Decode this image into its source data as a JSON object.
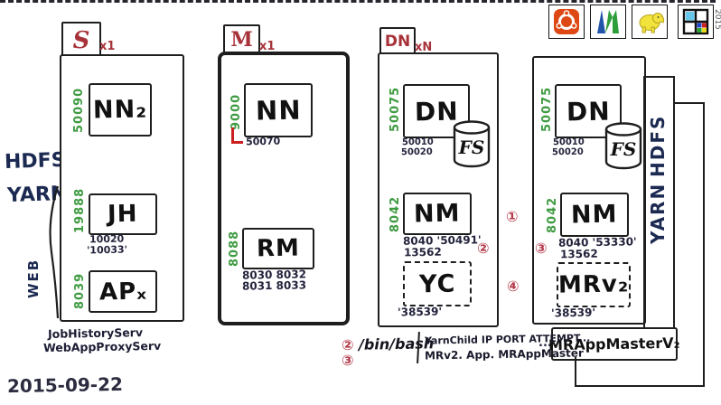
{
  "date": "2015-09-22",
  "corner_year": "2015",
  "left_labels": {
    "hdfs": "HDFS",
    "yarn": "YARN",
    "web": "WEB"
  },
  "right_labels": {
    "hdfs": "HDFS",
    "yarn": "YARN"
  },
  "columns": {
    "s": {
      "tab": "S",
      "multiplicity": "x1",
      "nn2": {
        "label": "NN₂",
        "web_port": "50090"
      },
      "jh": {
        "label": "JH",
        "web_port": "19888",
        "ports": [
          "10020",
          "'10033'"
        ]
      },
      "ap": {
        "label": "APₓ",
        "web_port": "8039"
      },
      "footnotes": [
        "JobHistoryServ",
        "WebAppProxyServ"
      ]
    },
    "m": {
      "tab": "M",
      "multiplicity": "x1",
      "nn": {
        "label": "NN",
        "rpc_port": "9000",
        "web_port": "50070"
      },
      "rm": {
        "label": "RM",
        "web_port": "8088",
        "ports": [
          "8030 8032",
          "8031 8033"
        ]
      }
    },
    "dn1": {
      "tab": "DN",
      "multiplicity": "xN",
      "dn": {
        "label": "DN",
        "web_port": "50075",
        "ports": [
          "50010",
          "50020"
        ],
        "storage": "FS"
      },
      "nm": {
        "label": "NM",
        "web_port": "8042",
        "ports": [
          "8040 '50491'",
          "13562"
        ]
      },
      "yc": {
        "label": "YC",
        "port": "'38539'"
      }
    },
    "dn2": {
      "dn": {
        "label": "DN",
        "web_port": "50075",
        "ports": [
          "50010",
          "50020"
        ],
        "storage": "FS"
      },
      "nm": {
        "label": "NM",
        "web_port": "8042",
        "ports": [
          "8040 '53330'",
          "13562"
        ]
      },
      "mrv2": {
        "label": "MRv₂",
        "port": "'38539'"
      }
    }
  },
  "markers": {
    "one": "①",
    "two": "②",
    "three": "③",
    "four": "④"
  },
  "annotations": {
    "bash": "/bin/bash",
    "yarnchild": "YarnChild IP PORT ATTEMPT...",
    "mrv2app": "MRv2. App. MRAppMaster",
    "ellipsis": "...",
    "mrappmaster": "MRAppMasterV₂"
  },
  "icons": {
    "ubuntu": "ubuntu-logo",
    "maven": "maven-logo",
    "hadoop": "hadoop-elephant-logo",
    "grid": "colored-grid-logo"
  },
  "colors": {
    "ink": "#1e1e1e",
    "green": "#3f9b41",
    "red": "#a8323a",
    "navy": "#1c2a52"
  }
}
